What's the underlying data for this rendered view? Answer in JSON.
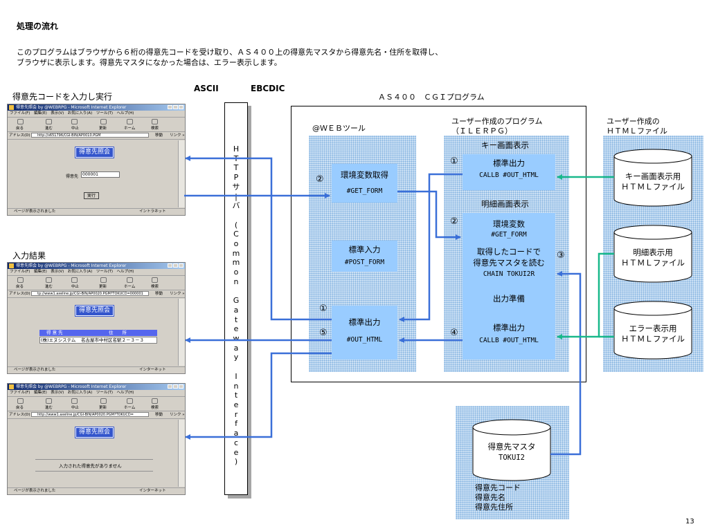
{
  "page": {
    "heading": "処理の流れ",
    "desc_line1": "このプログラムはブラウザから６桁の得意先コードを受け取り、ＡＳ４００上の得意先マスタから得意先名・住所を取得し、",
    "desc_line2": "ブラウザに表示します。得意先マスタになかった場合は、エラー表示します。",
    "page_number": "13"
  },
  "labels": {
    "enter_code": "得意先コードを入力し実行",
    "input_result": "入力結果",
    "ascii": "ASCII",
    "ebcdic": "EBCDIC",
    "as400_title": "ＡＳ４００　ＣＧＩプログラム",
    "web_tool": "@ＷＥＢツール",
    "user_program_1": "ユーザー作成のプログラム",
    "user_program_2": "（ＩＬＥＲＰＧ）",
    "user_html_1": "ユーザー作成の",
    "user_html_2": "ＨＴＭＬファイル",
    "http_server": [
      "H",
      "T",
      "T",
      "P",
      "サ",
      "|",
      "バ",
      "",
      "(",
      "C",
      "o",
      "m",
      "m",
      "o",
      "n",
      "",
      "G",
      "a",
      "t",
      "e",
      "w",
      "a",
      "y",
      "",
      "I",
      "n",
      "t",
      "e",
      "r",
      "f",
      "a",
      "c",
      "e",
      ")"
    ]
  },
  "webtool": {
    "env_get_title": "環境変数取得",
    "env_get_code": "#GET_FORM",
    "std_input_title": "標準入力",
    "std_input_code": "#POST_FORM",
    "std_output_title": "標準出力",
    "std_output_code": "#OUT_HTML"
  },
  "rpg": {
    "key_screen": "キー画面表示",
    "key_out_title": "標準出力",
    "key_out_code": "CALLB #OUT_HTML",
    "detail_screen": "明細画面表示",
    "env_title": "環境変数",
    "env_code": "#GET_FORM",
    "read_line1": "取得したコードで",
    "read_line2": "得意先マスタを読む",
    "read_code": "CHAIN TOKUI2R",
    "prep": "出力準備",
    "out_title": "標準出力",
    "out_code": "CALLB #OUT_HTML"
  },
  "steps": {
    "s1": "①",
    "s2": "②",
    "s3": "③",
    "s4": "④",
    "s5": "⑤"
  },
  "files": {
    "key_html_1": "キー画面表示用",
    "key_html_2": "ＨＴＭＬファイル",
    "detail_html_1": "明細表示用",
    "detail_html_2": "ＨＴＭＬファイル",
    "error_html_1": "エラー表示用",
    "error_html_2": "ＨＴＭＬファイル"
  },
  "master": {
    "name": "得意先マスタ",
    "file": "TOKUI2",
    "field1": "得意先コード",
    "field2": "得意先名",
    "field3": "得意先住所"
  },
  "browser": {
    "title": "得意先照会 by @WEBRPG - Microsoft Internet Explorer",
    "menu": "ファイル(F)　編集(E)　表示(V)　お気に入り(A)　ツール(T)　ヘルプ(H)",
    "tools": [
      "戻る",
      "進む",
      "中止",
      "更新",
      "ホーム",
      "検索"
    ],
    "addr_label": "アドレス(D)",
    "go": "移動",
    "links": "リンク »",
    "win1_url": "http://s651796/CGI-BIN/AP0010.PGM",
    "win2_url": "tp://www1.axeline.jp/CGI-BIN/AP0020.PGM?TOKUCD=000001",
    "win3_url": "http://www1.axeline.jp/CGI-BIN/AP0020.PGM?TOKUCD=",
    "screen_title": "得意先照会",
    "code_label": "得意先",
    "code_value": "000001",
    "run_button": "実行",
    "col_name": "得 意 先",
    "col_addr": "住　　所",
    "row_name": "(株)エヌシステム",
    "row_addr": "名古屋市中村区名駅２－３－３",
    "not_found": "入力された得意先がありません",
    "status1": "ページが表示されました",
    "zone1": "イントラネット",
    "zone2": "インターネット"
  },
  "colors": {
    "arrow_blue": "#3a6fd8",
    "arrow_green": "#18b88a",
    "box_blue": "#99ccff",
    "pattern_blue": "#cfe2f5"
  }
}
